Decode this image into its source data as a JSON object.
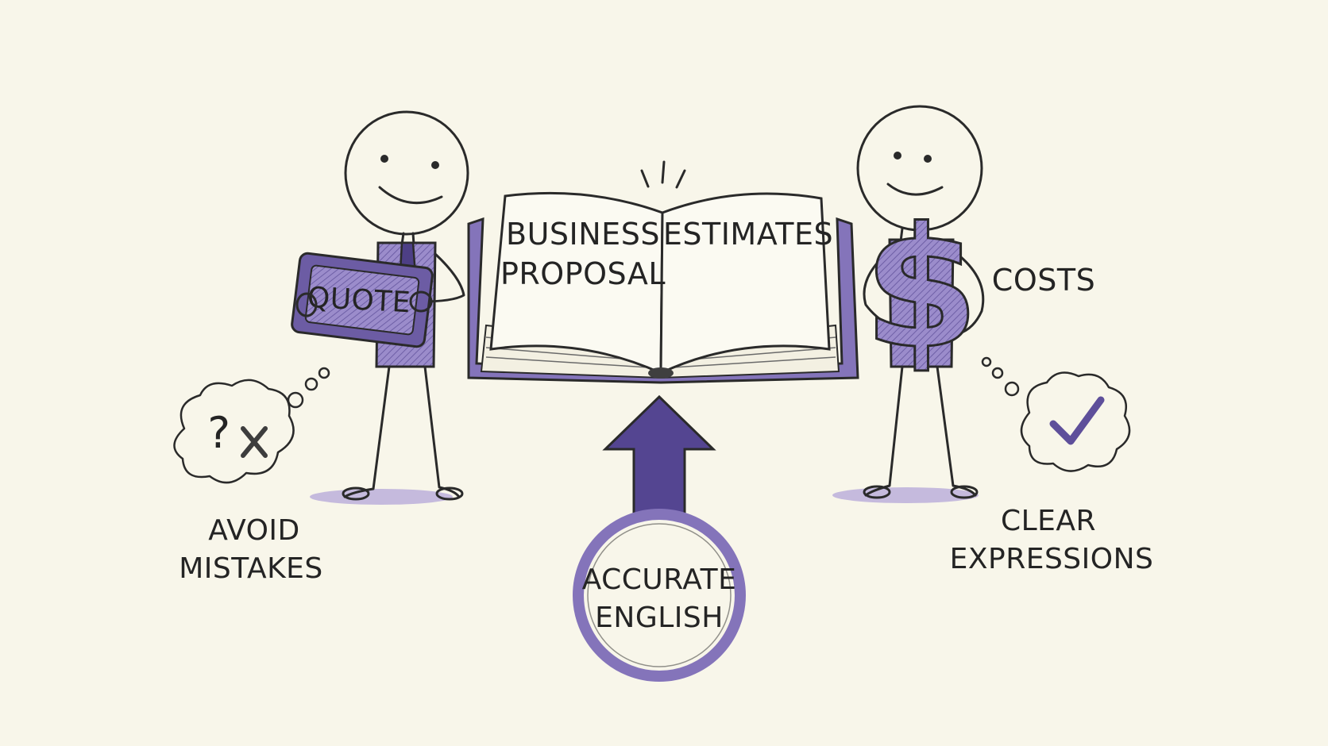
{
  "labels": {
    "quote": "QUOTE",
    "book_left_line1": "BUSINESS",
    "book_left_line2": "PROPOSAL",
    "book_right": "ESTIMATES",
    "costs": "COSTS",
    "avoid_line1": "AVOID",
    "avoid_line2": "MISTAKES",
    "clear_line1": "CLEAR",
    "clear_line2": "EXPRESSIONS",
    "accurate_line1": "ACCURATE",
    "accurate_line2": "ENGLISH",
    "dollar": "$",
    "question": "?"
  },
  "icons": {
    "left_thought": "question-cross-icon",
    "right_thought": "checkmark-icon",
    "money": "dollar-sign-icon"
  },
  "colors": {
    "background": "#f8f6ea",
    "accent_purple": "#7b6bb0",
    "accent_light": "#b7abd8",
    "ink": "#2a2a2a"
  }
}
